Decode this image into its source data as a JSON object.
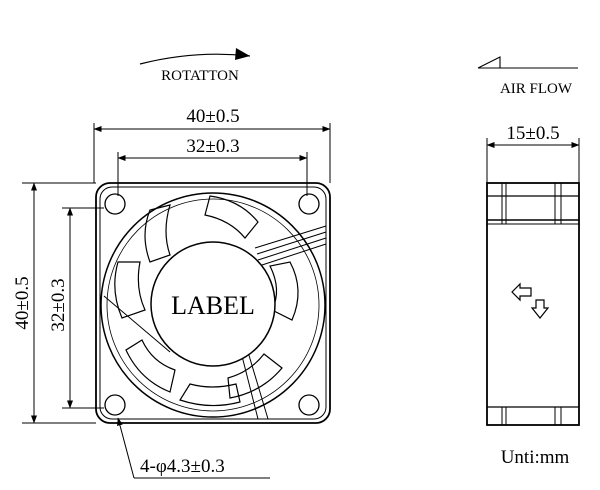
{
  "labels": {
    "rotation": "ROTATTON",
    "air_flow": "AIR FLOW",
    "fan_label": "LABEL",
    "unit": "Unti:mm"
  },
  "dimensions": {
    "overall_width": "40±0.5",
    "hole_spacing_width": "32±0.3",
    "overall_height": "40±0.5",
    "hole_spacing_height": "32±0.3",
    "holes": "4-φ4.3±0.3",
    "depth": "15±0.5"
  }
}
